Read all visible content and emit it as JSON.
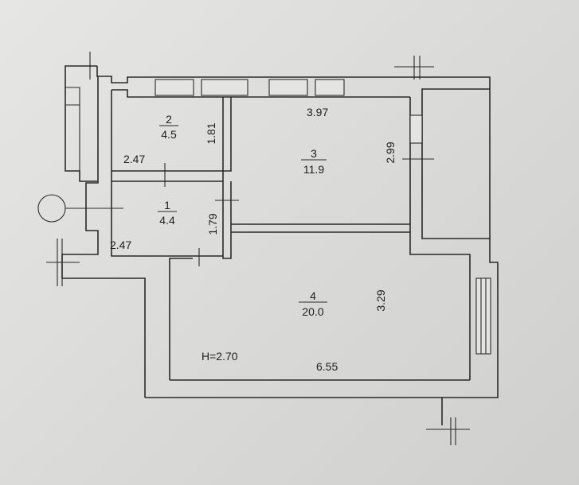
{
  "plan": {
    "rooms": [
      {
        "number": "1",
        "area": "4.4"
      },
      {
        "number": "2",
        "area": "4.5"
      },
      {
        "number": "3",
        "area": "11.9"
      },
      {
        "number": "4",
        "area": "20.0"
      }
    ],
    "dimensions": {
      "room2_width": "2.47",
      "room2_height": "1.81",
      "room1_width": "2.47",
      "room1_height": "1.79",
      "room3_width": "3.97",
      "room3_height": "2.99",
      "room4_width": "6.55",
      "room4_height": "3.29"
    },
    "ceiling_height": "H=2.70"
  }
}
